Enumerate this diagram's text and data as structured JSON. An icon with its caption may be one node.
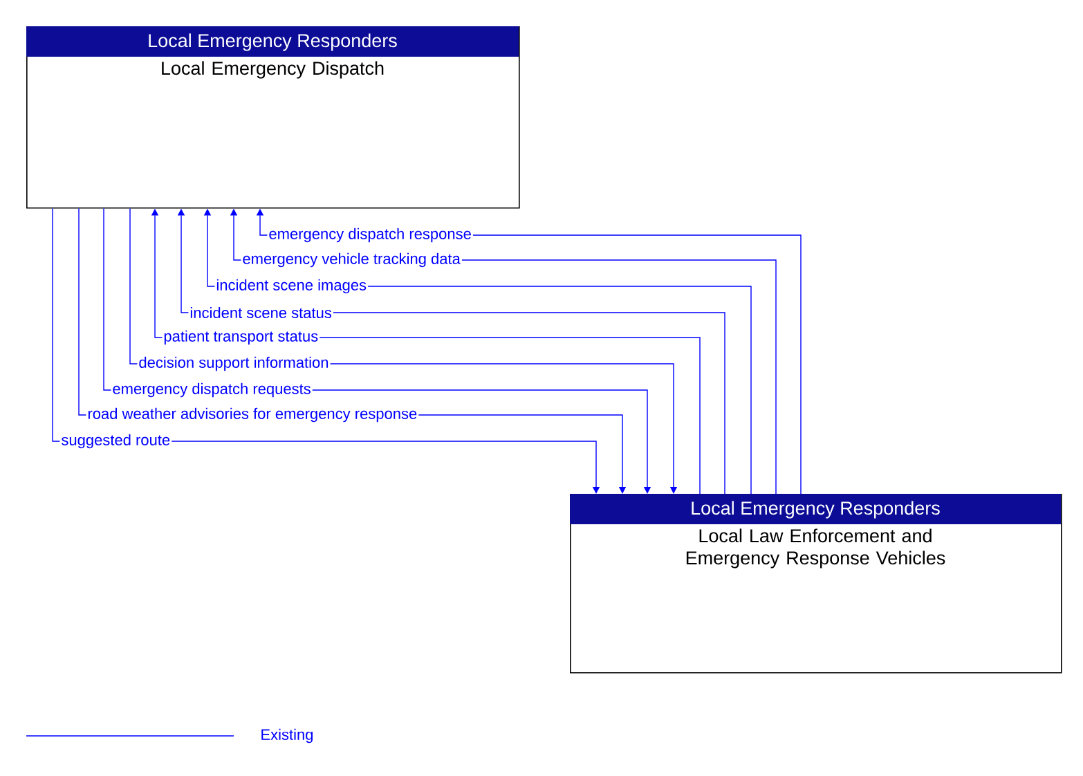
{
  "diagram": {
    "nodes": [
      {
        "text": [
          "Local Emergency Responders",
          "Local Emergency Dispatch"
        ]
      },
      {
        "text": [
          "Local Emergency Responders",
          "Local Law Enforcement and Emergency Response Vehicles"
        ]
      }
    ],
    "edges": [
      {
        "from": 1,
        "to": 0,
        "arrow": "to",
        "label": "emergency dispatch response"
      },
      {
        "from": 1,
        "to": 0,
        "arrow": "to",
        "label": "emergency vehicle tracking data"
      },
      {
        "from": 1,
        "to": 0,
        "arrow": "to",
        "label": "incident scene images"
      },
      {
        "from": 1,
        "to": 0,
        "arrow": "to",
        "label": "incident scene status"
      },
      {
        "from": 1,
        "to": 0,
        "arrow": "to",
        "label": "patient transport status"
      },
      {
        "from": 0,
        "to": 1,
        "arrow": "to",
        "label": "decision support information"
      },
      {
        "from": 0,
        "to": 1,
        "arrow": "to",
        "label": "emergency dispatch requests"
      },
      {
        "from": 0,
        "to": 1,
        "arrow": "to",
        "label": "road weather advisories for emergency response"
      },
      {
        "from": 0,
        "to": 1,
        "arrow": "to",
        "label": "suggested route"
      }
    ],
    "legend": [
      {
        "text": "Existing"
      }
    ]
  }
}
